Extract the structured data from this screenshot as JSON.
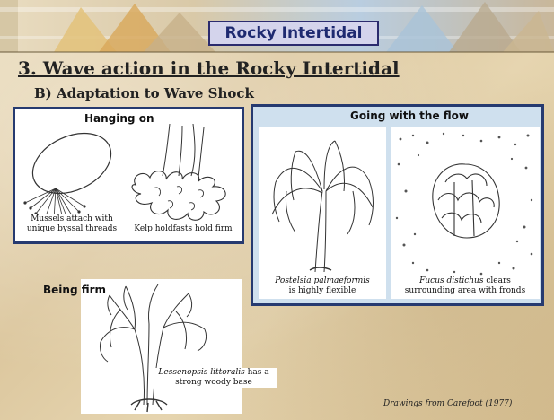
{
  "slide": {
    "banner_title": "Rocky Intertidal",
    "heading": "3. Wave action in the Rocky Intertidal",
    "subheading": "B) Adaptation to Wave Shock",
    "credit": "Drawings from Carefoot (1977)"
  },
  "panels": {
    "hanging_on": {
      "title": "Hanging on",
      "caption_mussel_1": "Mussels attach with",
      "caption_mussel_2": "unique byssal threads",
      "caption_kelp": "Kelp holdfasts hold firm"
    },
    "going_with_flow": {
      "title": "Going with the flow",
      "caption_postelsia_species": "Postelsia palmaeformis",
      "caption_postelsia_rest": "is highly flexible",
      "caption_fucus_species": "Fucus distichus",
      "caption_fucus_rest": " clears",
      "caption_fucus_line2": "surrounding area with fronds"
    },
    "being_firm": {
      "title": "Being firm",
      "caption_species": "Lessenopsis littoralis",
      "caption_rest": " has a",
      "caption_line2": "strong woody base"
    }
  }
}
